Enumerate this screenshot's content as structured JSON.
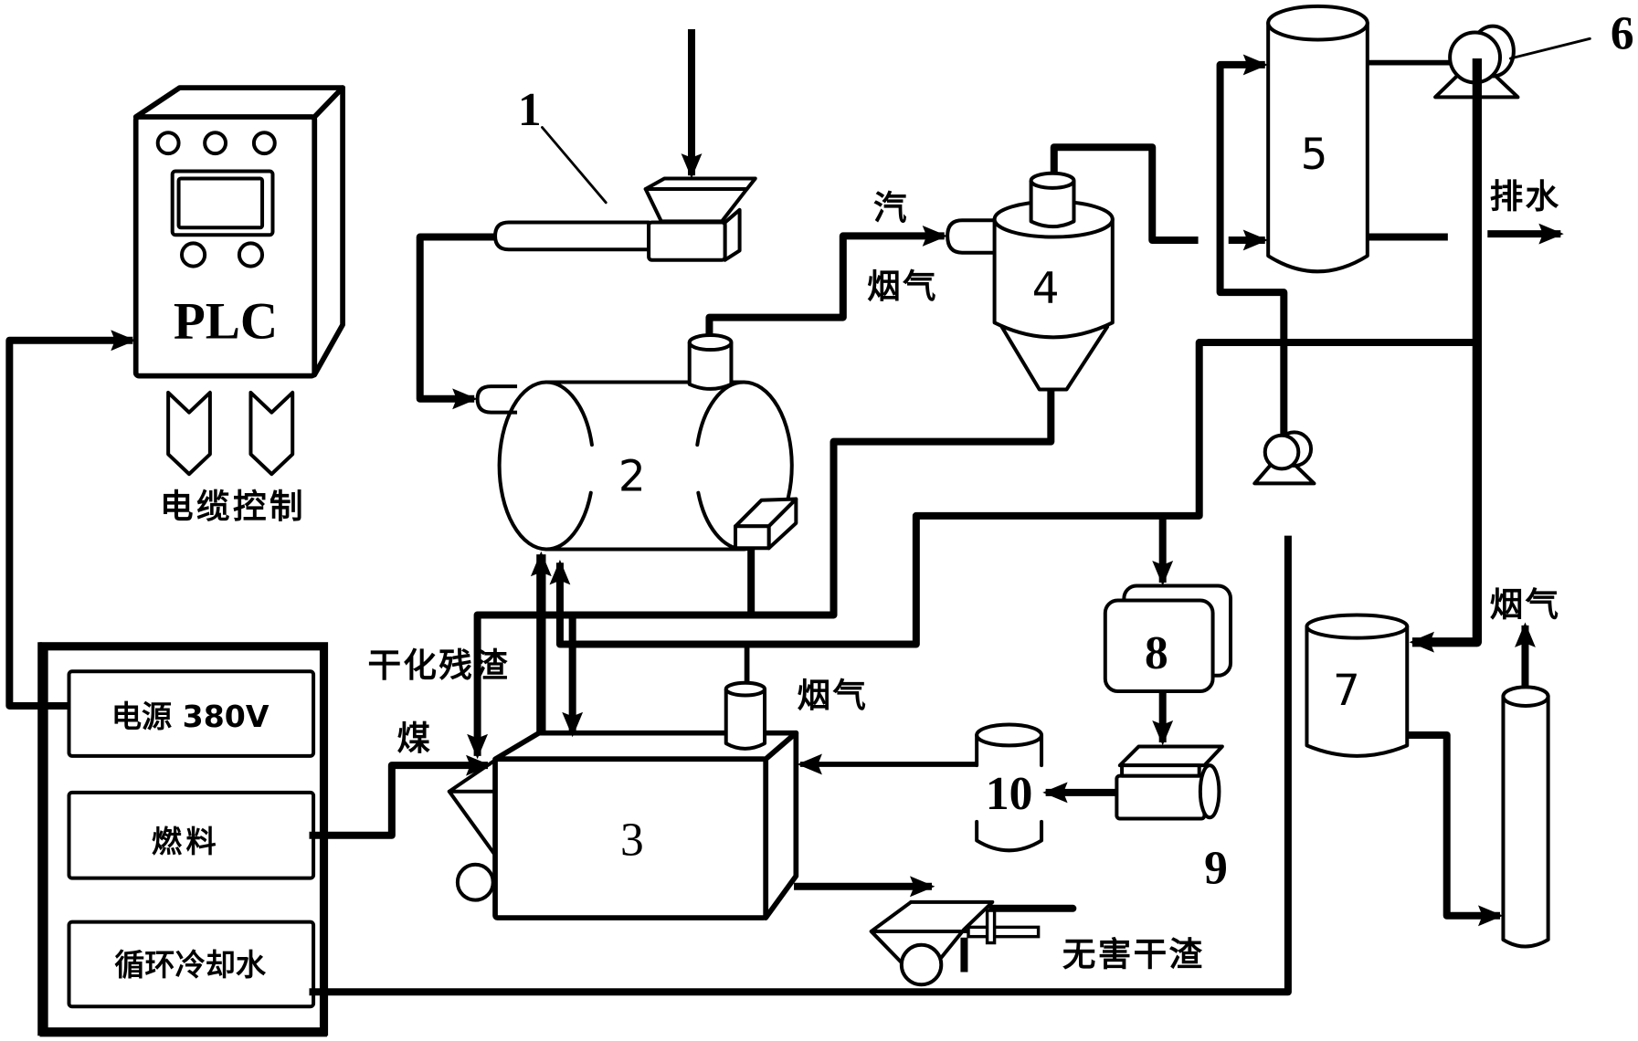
{
  "plc": {
    "label": "PLC",
    "cable_control_label": "电缆控制"
  },
  "control_panel": {
    "power": "电源 380V",
    "fuel": "燃料",
    "cooling_water": "循环冷却水"
  },
  "component_numbers": {
    "feeder": "1",
    "dryer_drum": "2",
    "furnace": "3",
    "cyclone": "4",
    "condenser": "5",
    "pump": "6",
    "tank": "7",
    "unit_8": "8",
    "unit_9": "9",
    "unit_10": "10"
  },
  "stream_labels": {
    "steam": "汽",
    "flue_gas_dryer": "烟气",
    "dried_residue": "干化残渣",
    "coal": "煤",
    "flue_gas_furnace": "烟气",
    "drain_water": "排水",
    "flue_gas_exhaust": "烟气",
    "harmless_dry_slag": "无害干渣"
  },
  "colors": {
    "line": "#000000",
    "background": "#ffffff"
  }
}
